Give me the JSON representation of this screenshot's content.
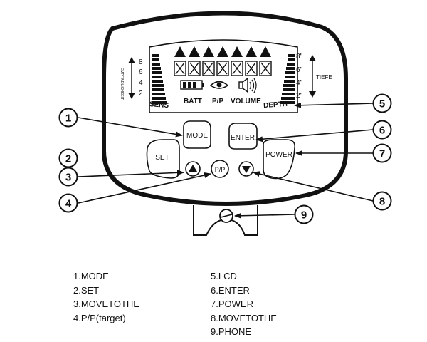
{
  "lcd": {
    "sens_scale": [
      "8",
      "6",
      "4",
      "2"
    ],
    "sens_side_label": "EMPFINDLICHKEIT",
    "depth_scale": [
      "8\"",
      "6\"",
      "4\"",
      "2\""
    ],
    "depth_side_label": "TIEFE",
    "labels": {
      "sens": "SENS",
      "batt": "BATT",
      "pp": "P/P",
      "volume": "VOLUME",
      "depth": "DEPTH"
    }
  },
  "buttons": {
    "mode": "MODE",
    "set": "SET",
    "enter": "ENTER",
    "power": "POWER",
    "pp": "P/P"
  },
  "callouts": [
    "1",
    "2",
    "3",
    "4",
    "5",
    "6",
    "7",
    "8",
    "9"
  ],
  "legend": {
    "left": [
      "1.MODE",
      "2.SET",
      "3.MOVETOTHE",
      "4.P/P(target)"
    ],
    "right": [
      "5.LCD",
      "6.ENTER",
      "7.POWER",
      "8.MOVETOTHE",
      "9.PHONE"
    ]
  },
  "icons": [
    "battery-icon",
    "eye-icon",
    "speaker-icon",
    "arrow-up-icon",
    "arrow-down-icon",
    "headphone-jack-icon"
  ]
}
